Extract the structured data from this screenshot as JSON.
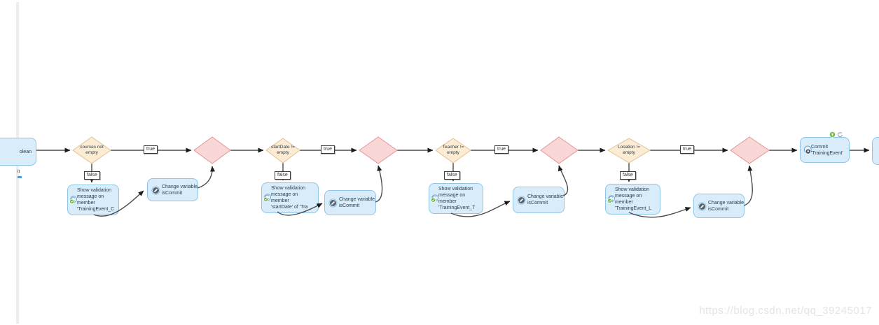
{
  "colors": {
    "activity_fill": "#d8ecfa",
    "activity_border": "#8fc5e8",
    "decision_fill": "#fcecd4",
    "decision_border": "#e0c296",
    "merge_fill": "#f9d7d7",
    "merge_border": "#e59595",
    "watermark": "#e4e4e4"
  },
  "start_node": {
    "visible_text": "olean",
    "caption_fragment": "it"
  },
  "labels": {
    "true_label": "true",
    "false_label": "false"
  },
  "decisions": [
    {
      "line1": "courses not",
      "line2": "empty"
    },
    {
      "line1": "startDate !=",
      "line2": "empty"
    },
    {
      "line1": "Teacher !=",
      "line2": "empty"
    },
    {
      "line1": "Location !=",
      "line2": "empty"
    }
  ],
  "validations": [
    {
      "line1": "Show validation",
      "line2": "message on",
      "line3": "member",
      "line4": "'TrainingEvent_C"
    },
    {
      "line1": "Show validation",
      "line2": "message on",
      "line3": "member",
      "line4": "'startDate' of 'Tra"
    },
    {
      "line1": "Show validation",
      "line2": "message on",
      "line3": "member",
      "line4": "'TrainingEvent_T"
    },
    {
      "line1": "Show validation",
      "line2": "message on",
      "line3": "member",
      "line4": "'TrainingEvent_L"
    }
  ],
  "change_variable": {
    "line1": "Change variable",
    "line2": "isCommit"
  },
  "commit": {
    "line1": "Commit",
    "line2": "'TrainingEvent'"
  },
  "icons": {
    "validation": "validation-check-icon",
    "change_variable": "pencil-circle-icon",
    "commit": "commit-up-arrow-icon",
    "commit_event": "event-up-arrow-icon",
    "commit_refresh": "refresh-icon"
  },
  "watermark": "https://blog.csdn.net/qq_39245017"
}
